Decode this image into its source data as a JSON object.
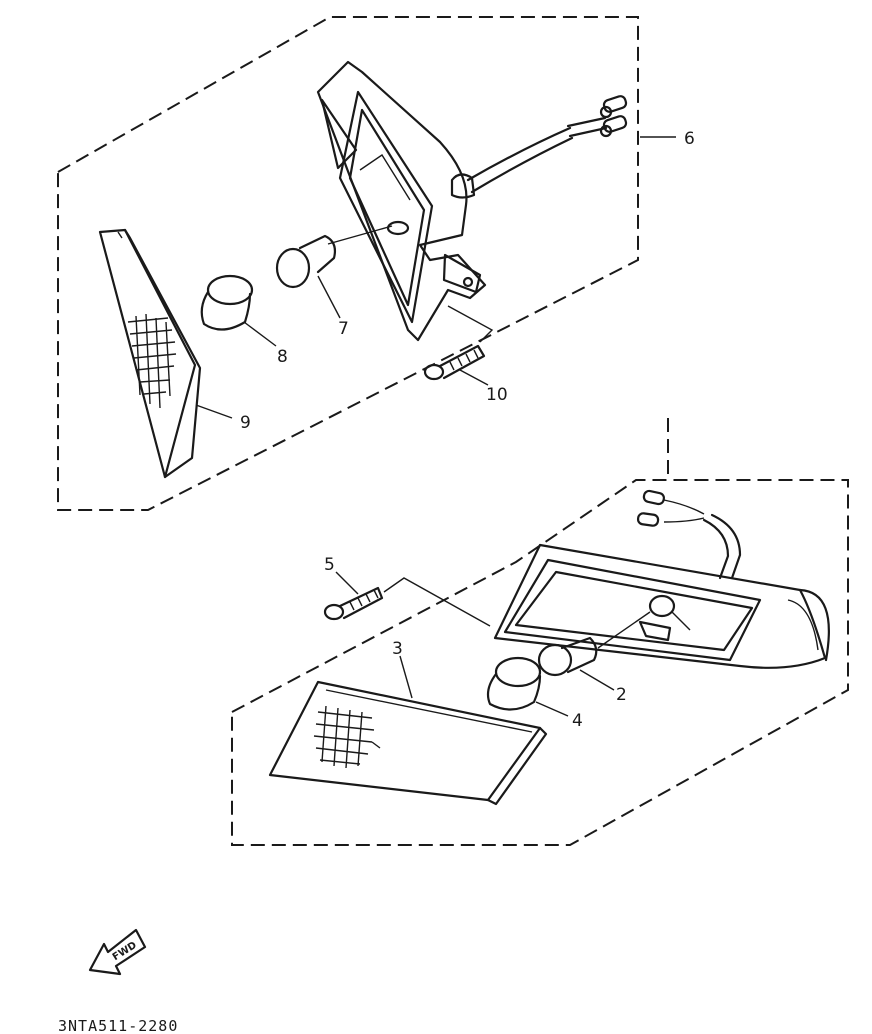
{
  "diagram": {
    "callouts": [
      "6",
      "7",
      "8",
      "9",
      "10",
      "5",
      "3",
      "2",
      "4"
    ],
    "fwd_arrow_label": "FWD",
    "part_code": "3NTA511-2280"
  }
}
